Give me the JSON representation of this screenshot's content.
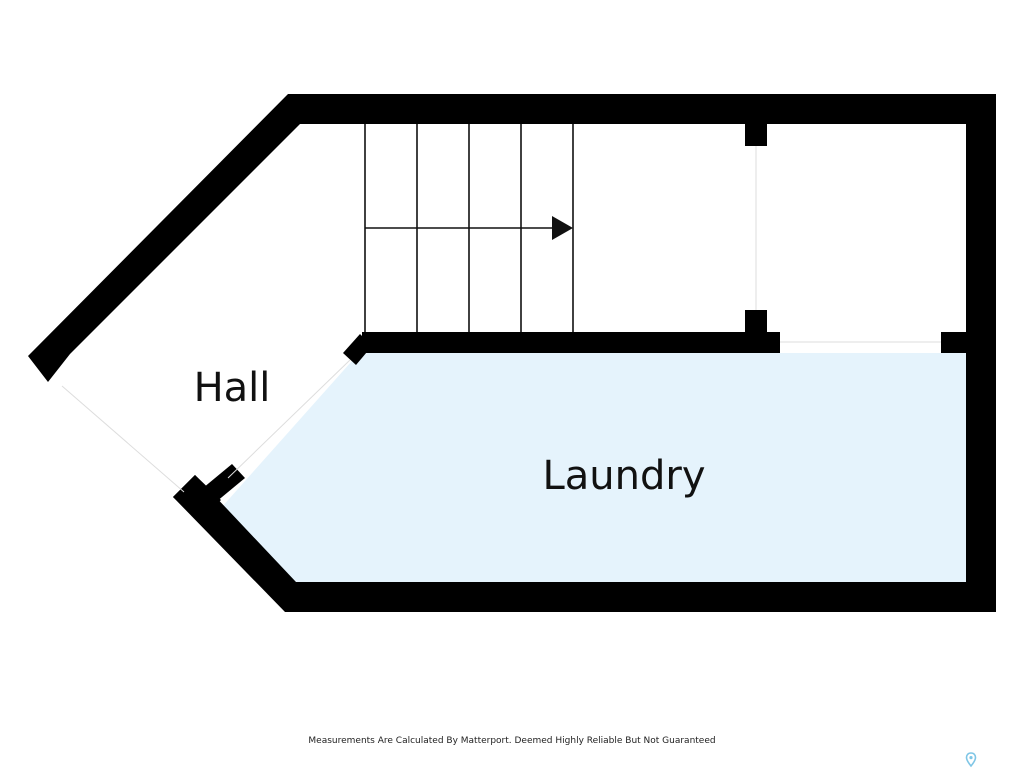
{
  "rooms": {
    "hall": {
      "label": "Hall"
    },
    "laundry": {
      "label": "Laundry"
    }
  },
  "footer": {
    "disclaimer": "Measurements Are Calculated By Matterport. Deemed Highly Reliable But Not Guaranteed"
  },
  "colors": {
    "wall": "#000000",
    "laundry_fill": "#e5f3fc",
    "floor": "#ffffff",
    "pin": "#7fc6e6"
  },
  "icons": {
    "stairs_arrow": "triangle-right",
    "footer_pin": "map-pin"
  }
}
